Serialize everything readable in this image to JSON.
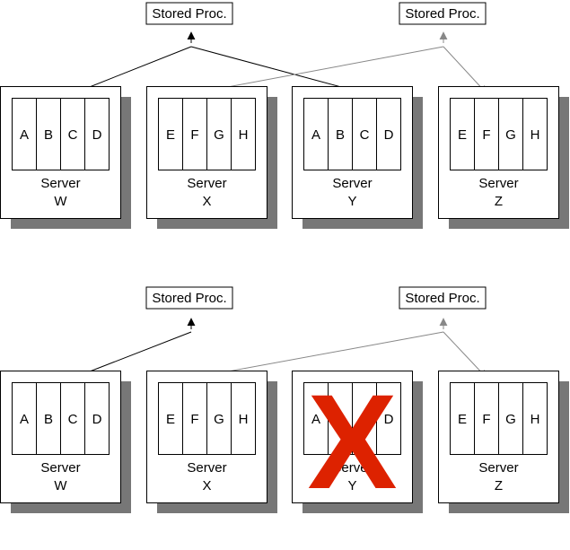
{
  "stored_proc_label": "Stored Proc.",
  "server_label": "Server",
  "failure_mark": "X",
  "colors": {
    "active_arrow": "#000000",
    "inactive_arrow": "#888888",
    "shadow": "#777777",
    "failure": "#dd2200"
  },
  "panels": [
    {
      "id": "top",
      "servers": [
        {
          "name": "W",
          "partitions": [
            "A",
            "B",
            "C",
            "D"
          ]
        },
        {
          "name": "X",
          "partitions": [
            "E",
            "F",
            "G",
            "H"
          ]
        },
        {
          "name": "Y",
          "partitions": [
            "A",
            "B",
            "C",
            "D"
          ]
        },
        {
          "name": "Z",
          "partitions": [
            "E",
            "F",
            "G",
            "H"
          ]
        }
      ]
    },
    {
      "id": "bottom",
      "servers": [
        {
          "name": "W",
          "partitions": [
            "A",
            "B",
            "C",
            "D"
          ]
        },
        {
          "name": "X",
          "partitions": [
            "E",
            "F",
            "G",
            "H"
          ]
        },
        {
          "name": "Y",
          "partitions": [
            "A",
            "B",
            "C",
            "D"
          ],
          "failed": true
        },
        {
          "name": "Z",
          "partitions": [
            "E",
            "F",
            "G",
            "H"
          ]
        }
      ]
    }
  ]
}
